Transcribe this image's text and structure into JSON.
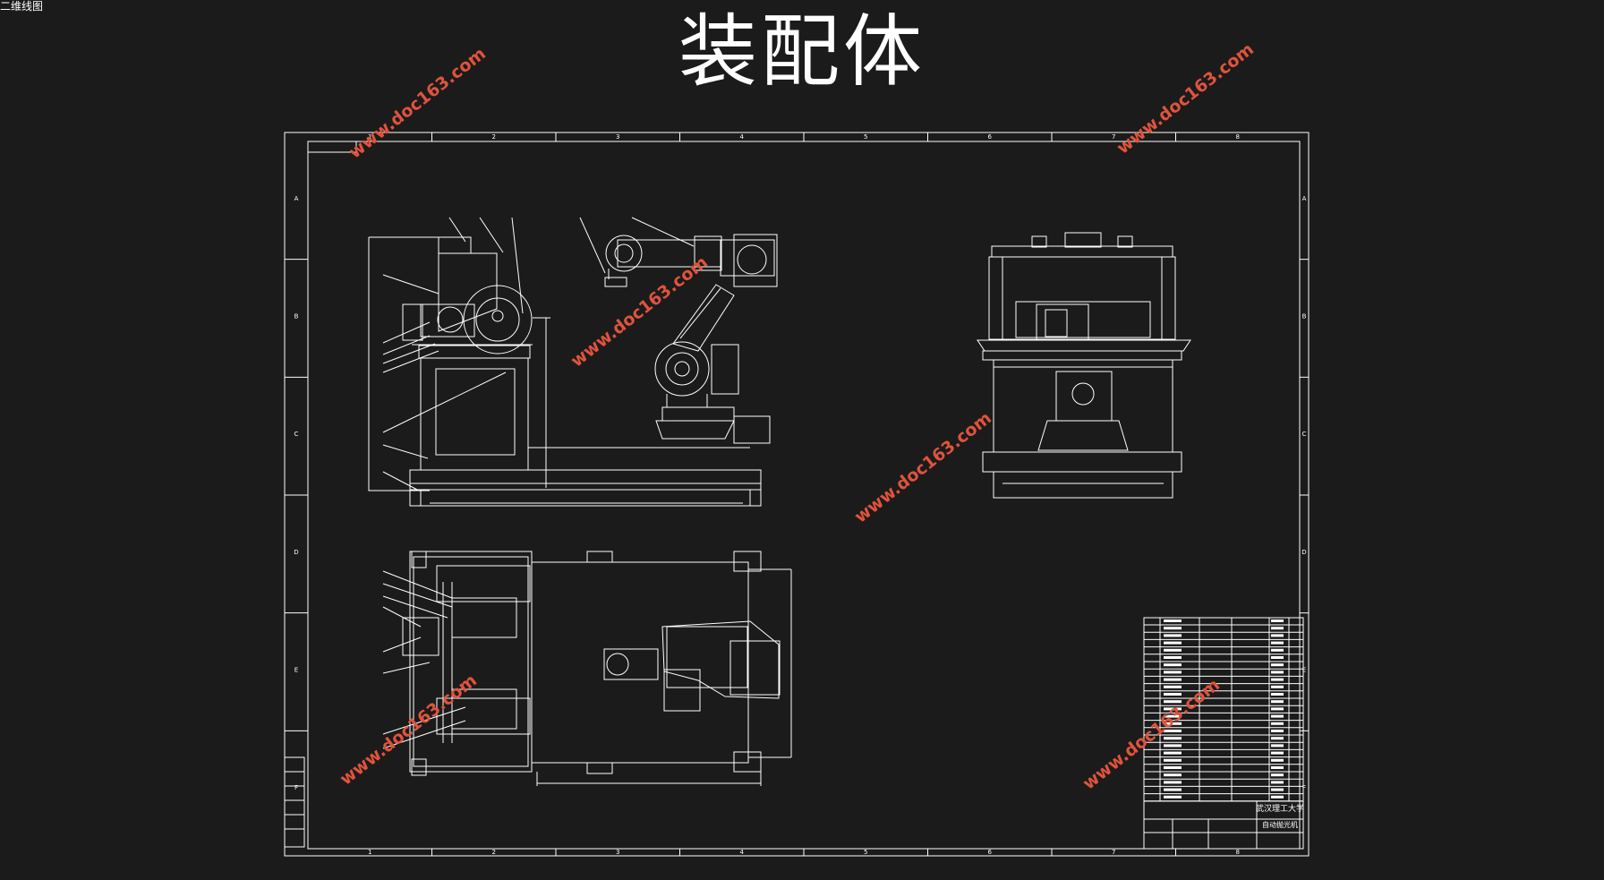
{
  "corner_label": "二维线图",
  "title": "装配体",
  "watermark": "www.doc163.com",
  "frame": {
    "column_numbers": [
      "1",
      "2",
      "3",
      "4",
      "5",
      "6",
      "7",
      "8"
    ],
    "row_letters": [
      "A",
      "B",
      "C",
      "D",
      "E",
      "F"
    ]
  },
  "title_block": {
    "school": "武汉理工大学",
    "drawing_name": "自动抛光机"
  },
  "colors": {
    "background": "#1b1b1b",
    "lines": "#ffffff",
    "watermark": "#e0533c"
  }
}
